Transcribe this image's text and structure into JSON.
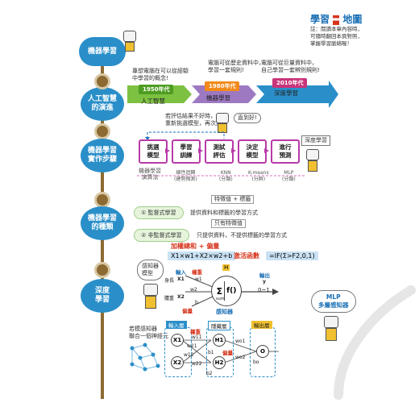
{
  "map_title": {
    "a": "學習",
    "b": "地圖"
  },
  "map_note": [
    "註：閱讀本章內容時，",
    "可隨時翻回本頁對照，",
    "掌握學習脈絡喔！"
  ],
  "nodes": {
    "ml": "機器學習",
    "ai": "人工智慧\n的演進",
    "steps": "機器學習\n實作步驟",
    "types": "機器學習\n的種類",
    "deep": "深度\n學習"
  },
  "timeline": {
    "note1": "專想電腦在可以從經驗\n中學習的概念!",
    "note2": "電腦可從歷史資料中，\n學習一套規則!",
    "note3": "電腦可從巨量資料中，\n自己學習一套辨別規則!",
    "eras": [
      {
        "year": "1950年代",
        "label": "人工智慧"
      },
      {
        "year": "1980年代",
        "label": "機器學習"
      },
      {
        "year": "2010年代",
        "label": "深度學習"
      }
    ]
  },
  "steps": {
    "loop_note": "若評估結果不好時，\n重新挑選模型，再次訓練",
    "robot_speech": "直到好!",
    "items": [
      "挑選\n模型",
      "學習\n訓練",
      "測試\n評估",
      "決定\n模型",
      "進行\n預測"
    ],
    "algo_title": "機器學習\n演算法",
    "algos": [
      "線性迴歸\n(建勢預測)",
      "KNN\n(分類)",
      "K-means\n(分群)",
      "MLP\n(分類)"
    ],
    "bubble": "深度學習"
  },
  "types": {
    "supervised": "① 監督式學習",
    "supervised_note": "提供資料和標籤的學習方式",
    "supervised_hint": "特徵值 + 標籤",
    "unsupervised": "② 非監督式學習",
    "unsupervised_note": "只提供資料，不提供標籤的學習方式",
    "unsupervised_hint": "只有特徵值"
  },
  "perceptron": {
    "title": "加權總和 + 偏量",
    "formula": "X1×w1+X2×w2+b",
    "act_label": "激活函數",
    "act_formula": "=IF(Σ>F2,0,1)",
    "robot_bubble": "感知器\n模型",
    "input_lbl": "輸入",
    "weight_lbl": "權重",
    "height_lbl": "身長",
    "weight2_lbl": "體重",
    "x1": "X1",
    "x2": "X2",
    "w1": "w1",
    "w2": "w2",
    "b": "b",
    "bias_lbl": "偏量",
    "sum_sym": "Σ",
    "sum_sub": "sum",
    "f": "f()",
    "h_tag": "H",
    "output_lbl": "輸出",
    "y": "y",
    "range": "0~1",
    "caption": "感知器"
  },
  "mlp": {
    "bubble": "MLP\n多層感知器",
    "robot_note": "若模感知器\n聯合一個神經元",
    "input_layer": "輸入層",
    "hidden_layer": "隱藏層",
    "output_layer": "輸出層",
    "x1": "X1",
    "x2": "X2",
    "h1": "H1",
    "h2": "H2",
    "o": "O",
    "w11": "w11",
    "w12": "w12",
    "w21": "w21",
    "w22": "w22",
    "wo1": "wo1",
    "wo2": "wo2",
    "b1": "b1",
    "b2": "b2",
    "bo": "bo",
    "weight": "權重",
    "bias": "偏量"
  }
}
